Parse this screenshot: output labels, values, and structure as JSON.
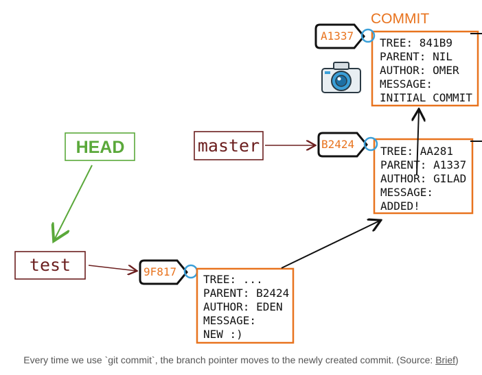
{
  "diagram": {
    "title": "COMMIT",
    "head_label": "HEAD",
    "master_label": "master",
    "test_label": "test",
    "commits": [
      {
        "id": "A1337",
        "lines": [
          "TREE:    841B9",
          "PARENT: NIL",
          "AUTHOR: OMER",
          "MESSAGE:",
          "INITIAL COMMIT"
        ]
      },
      {
        "id": "B2424",
        "lines": [
          "TREE:    AA281",
          "PARENT: A1337",
          "AUTHOR: GILAD",
          "MESSAGE:",
          "ADDED!"
        ]
      },
      {
        "id": "9F817",
        "lines": [
          "TREE:     ...",
          "PARENT: B2424",
          "AUTHOR: EDEN",
          "MESSAGE:",
          "NEW :)"
        ]
      }
    ],
    "camera_icon": "camera-icon"
  },
  "caption": {
    "prefix": "Every time we use",
    "code": "`git commit`",
    "middle": ", the branch pointer moves to the newly created commit. (Source:",
    "link": "Brief",
    "suffix": ")"
  },
  "colors": {
    "orange": "#e8731e",
    "green": "#5aa83a",
    "maroon": "#6b1e1e",
    "blue": "#3a9fd8",
    "black": "#111111"
  }
}
